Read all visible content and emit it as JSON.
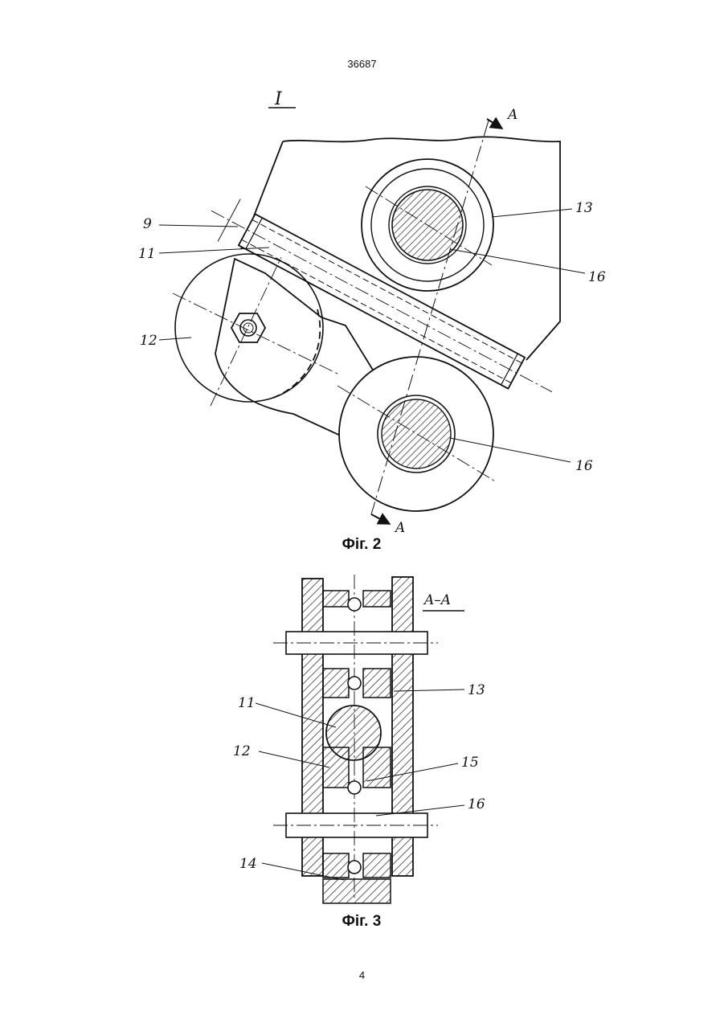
{
  "document": {
    "number": "36687",
    "page_number": "4"
  },
  "fig2": {
    "caption": "Фіг. 2",
    "view_label": "I",
    "section_mark": "A",
    "callouts": [
      "9",
      "11",
      "12",
      "13",
      "16",
      "16"
    ]
  },
  "fig3": {
    "caption": "Фіг. 3",
    "section_title": "A–A",
    "callouts": [
      "11",
      "12",
      "13",
      "14",
      "15",
      "16"
    ]
  }
}
